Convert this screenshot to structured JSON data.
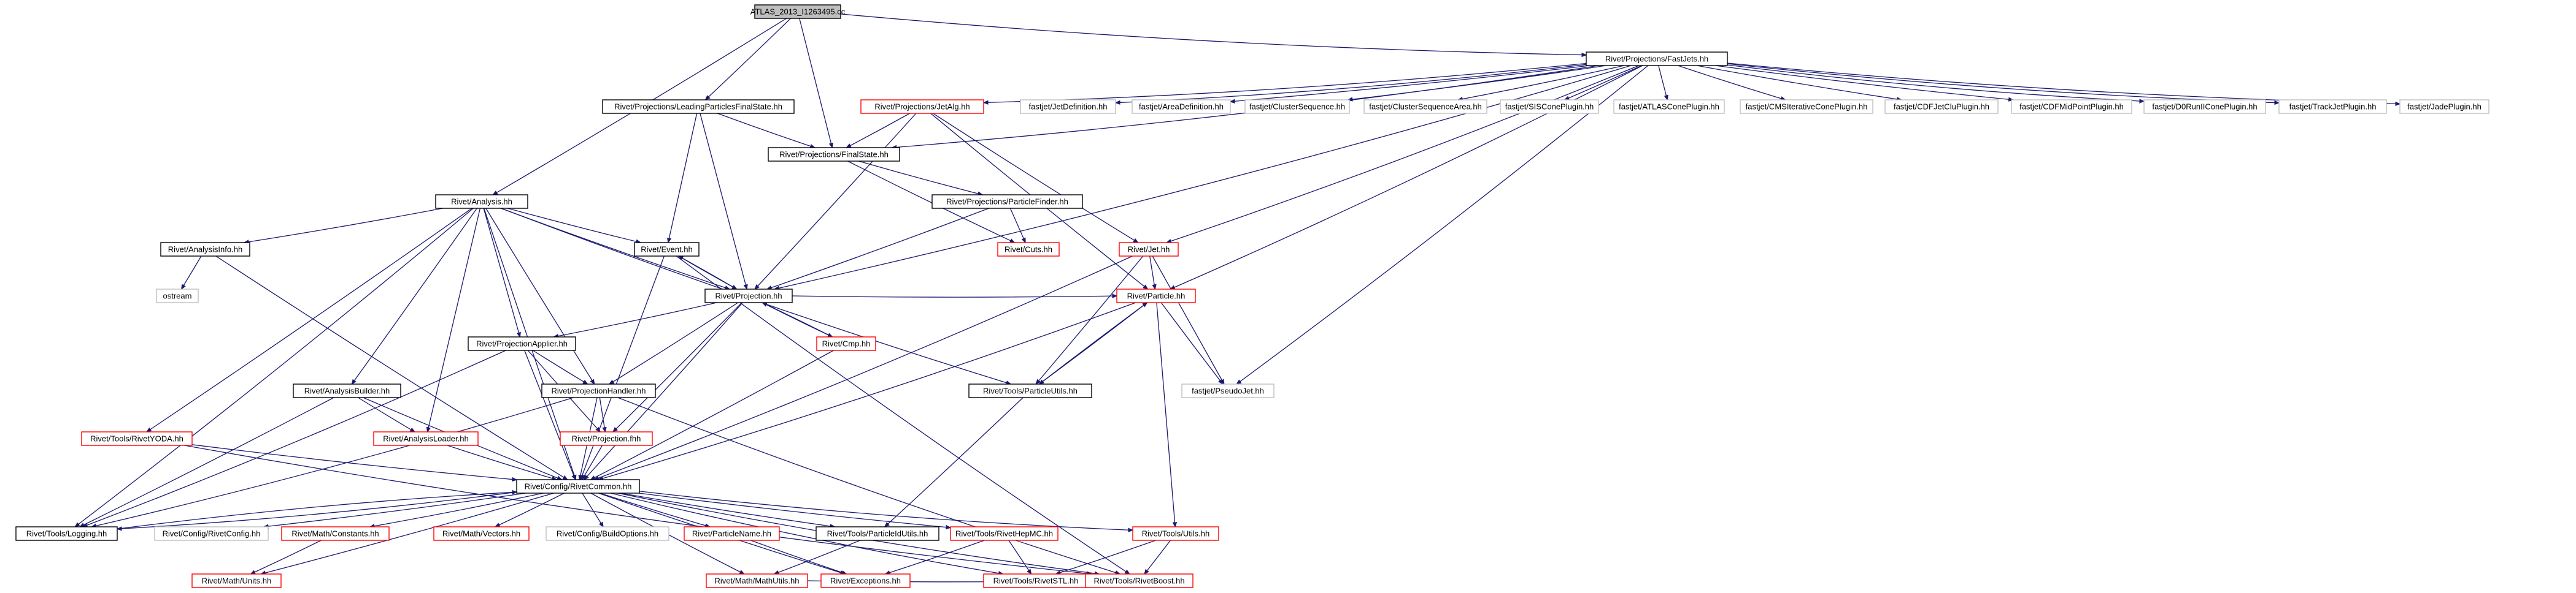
{
  "nodes": [
    {
      "id": "atlas",
      "label": "ATLAS_2013_I1263495.cc",
      "style": "root"
    },
    {
      "id": "fastjets",
      "label": "Rivet/Projections/FastJets.hh",
      "style": "dark"
    },
    {
      "id": "lpfs",
      "label": "Rivet/Projections/LeadingParticlesFinalState.hh",
      "style": "dark"
    },
    {
      "id": "analysis",
      "label": "Rivet/Analysis.hh",
      "style": "dark"
    },
    {
      "id": "jetalg",
      "label": "Rivet/Projections/JetAlg.hh",
      "style": "red"
    },
    {
      "id": "fj_jetdef",
      "label": "fastjet/JetDefinition.hh",
      "style": "grey"
    },
    {
      "id": "fj_areadef",
      "label": "fastjet/AreaDefinition.hh",
      "style": "grey"
    },
    {
      "id": "fj_cs",
      "label": "fastjet/ClusterSequence.hh",
      "style": "grey"
    },
    {
      "id": "fj_csa",
      "label": "fastjet/ClusterSequenceArea.hh",
      "style": "grey"
    },
    {
      "id": "fj_siscone",
      "label": "fastjet/SISConePlugin.hh",
      "style": "grey"
    },
    {
      "id": "fj_atlascone",
      "label": "fastjet/ATLASConePlugin.hh",
      "style": "grey"
    },
    {
      "id": "fj_cmsit",
      "label": "fastjet/CMSIterativeConePlugin.hh",
      "style": "grey"
    },
    {
      "id": "fj_cdfjetclu",
      "label": "fastjet/CDFJetCluPlugin.hh",
      "style": "grey"
    },
    {
      "id": "fj_cdfmid",
      "label": "fastjet/CDFMidPointPlugin.hh",
      "style": "grey"
    },
    {
      "id": "fj_d0run",
      "label": "fastjet/D0RunIIConePlugin.hh",
      "style": "grey"
    },
    {
      "id": "fj_trackjet",
      "label": "fastjet/TrackJetPlugin.hh",
      "style": "grey"
    },
    {
      "id": "fj_jade",
      "label": "fastjet/JadePlugin.hh",
      "style": "grey"
    },
    {
      "id": "finalstate",
      "label": "Rivet/Projections/FinalState.hh",
      "style": "dark"
    },
    {
      "id": "analysisinfo",
      "label": "Rivet/AnalysisInfo.hh",
      "style": "dark"
    },
    {
      "id": "event",
      "label": "Rivet/Event.hh",
      "style": "dark"
    },
    {
      "id": "particlefinder",
      "label": "Rivet/Projections/ParticleFinder.hh",
      "style": "dark"
    },
    {
      "id": "ostream",
      "label": "ostream",
      "style": "grey"
    },
    {
      "id": "cuts",
      "label": "Rivet/Cuts.hh",
      "style": "red"
    },
    {
      "id": "jet",
      "label": "Rivet/Jet.hh",
      "style": "red"
    },
    {
      "id": "projection",
      "label": "Rivet/Projection.hh",
      "style": "dark"
    },
    {
      "id": "cmp",
      "label": "Rivet/Cmp.hh",
      "style": "red"
    },
    {
      "id": "particle",
      "label": "Rivet/Particle.hh",
      "style": "red"
    },
    {
      "id": "projapplier",
      "label": "Rivet/ProjectionApplier.hh",
      "style": "dark"
    },
    {
      "id": "analysisbuilder",
      "label": "Rivet/AnalysisBuilder.hh",
      "style": "dark"
    },
    {
      "id": "projhandler",
      "label": "Rivet/ProjectionHandler.hh",
      "style": "dark"
    },
    {
      "id": "particleutils",
      "label": "Rivet/Tools/ParticleUtils.hh",
      "style": "dark"
    },
    {
      "id": "pseudojet",
      "label": "fastjet/PseudoJet.hh",
      "style": "grey"
    },
    {
      "id": "rivetyoda",
      "label": "Rivet/Tools/RivetYODA.hh",
      "style": "red"
    },
    {
      "id": "analysisloader",
      "label": "Rivet/AnalysisLoader.hh",
      "style": "red"
    },
    {
      "id": "projfhh",
      "label": "Rivet/Projection.fhh",
      "style": "red"
    },
    {
      "id": "rivetcommon",
      "label": "Rivet/Config/RivetCommon.hh",
      "style": "dark"
    },
    {
      "id": "logging",
      "label": "Rivet/Tools/Logging.hh",
      "style": "dark"
    },
    {
      "id": "rivetconfig",
      "label": "Rivet/Config/RivetConfig.hh",
      "style": "grey"
    },
    {
      "id": "constants",
      "label": "Rivet/Math/Constants.hh",
      "style": "red"
    },
    {
      "id": "vectors",
      "label": "Rivet/Math/Vectors.hh",
      "style": "red"
    },
    {
      "id": "buildoptions",
      "label": "Rivet/Config/BuildOptions.hh",
      "style": "grey"
    },
    {
      "id": "particlename",
      "label": "Rivet/ParticleName.hh",
      "style": "red"
    },
    {
      "id": "particleidutils",
      "label": "Rivet/Tools/ParticleIdUtils.hh",
      "style": "dark"
    },
    {
      "id": "rivethepmc",
      "label": "Rivet/Tools/RivetHepMC.hh",
      "style": "red"
    },
    {
      "id": "toolsutils",
      "label": "Rivet/Tools/Utils.hh",
      "style": "red"
    },
    {
      "id": "units",
      "label": "Rivet/Math/Units.hh",
      "style": "red"
    },
    {
      "id": "mathutils",
      "label": "Rivet/Math/MathUtils.hh",
      "style": "red"
    },
    {
      "id": "exceptions",
      "label": "Rivet/Exceptions.hh",
      "style": "red"
    },
    {
      "id": "rivetstl",
      "label": "Rivet/Tools/RivetSTL.hh",
      "style": "red"
    },
    {
      "id": "rivetboost",
      "label": "Rivet/Tools/RivetBoost.hh",
      "style": "red"
    }
  ],
  "edges": [
    [
      "atlas",
      "fastjets"
    ],
    [
      "atlas",
      "lpfs"
    ],
    [
      "atlas",
      "analysis"
    ],
    [
      "atlas",
      "finalstate"
    ],
    [
      "fastjets",
      "jetalg"
    ],
    [
      "fastjets",
      "fj_jetdef"
    ],
    [
      "fastjets",
      "fj_areadef"
    ],
    [
      "fastjets",
      "fj_cs"
    ],
    [
      "fastjets",
      "fj_csa"
    ],
    [
      "fastjets",
      "fj_siscone"
    ],
    [
      "fastjets",
      "fj_atlascone"
    ],
    [
      "fastjets",
      "fj_cmsit"
    ],
    [
      "fastjets",
      "fj_cdfjetclu"
    ],
    [
      "fastjets",
      "fj_cdfmid"
    ],
    [
      "fastjets",
      "fj_d0run"
    ],
    [
      "fastjets",
      "fj_trackjet"
    ],
    [
      "fastjets",
      "fj_jade"
    ],
    [
      "fastjets",
      "finalstate"
    ],
    [
      "fastjets",
      "projection"
    ],
    [
      "fastjets",
      "jet"
    ],
    [
      "fastjets",
      "particle"
    ],
    [
      "fastjets",
      "pseudojet"
    ],
    [
      "lpfs",
      "finalstate"
    ],
    [
      "lpfs",
      "event"
    ],
    [
      "lpfs",
      "projection"
    ],
    [
      "jetalg",
      "finalstate"
    ],
    [
      "jetalg",
      "projection"
    ],
    [
      "jetalg",
      "jet"
    ],
    [
      "jetalg",
      "particle"
    ],
    [
      "finalstate",
      "particlefinder"
    ],
    [
      "finalstate",
      "cuts"
    ],
    [
      "particlefinder",
      "projection"
    ],
    [
      "particlefinder",
      "cuts"
    ],
    [
      "analysis",
      "analysisinfo"
    ],
    [
      "analysis",
      "event"
    ],
    [
      "analysis",
      "projection"
    ],
    [
      "analysis",
      "projapplier"
    ],
    [
      "analysis",
      "analysisbuilder"
    ],
    [
      "analysis",
      "projhandler"
    ],
    [
      "analysis",
      "analysisloader"
    ],
    [
      "analysis",
      "rivetyoda"
    ],
    [
      "analysis",
      "rivetcommon"
    ],
    [
      "analysis",
      "logging"
    ],
    [
      "analysis",
      "particleutils"
    ],
    [
      "analysisinfo",
      "ostream"
    ],
    [
      "analysisinfo",
      "rivetcommon"
    ],
    [
      "event",
      "projection"
    ],
    [
      "event",
      "rivetcommon"
    ],
    [
      "event",
      "rivetboost"
    ],
    [
      "projection",
      "event"
    ],
    [
      "projection",
      "cmp"
    ],
    [
      "projection",
      "projapplier"
    ],
    [
      "projection",
      "projhandler"
    ],
    [
      "projection",
      "projfhh"
    ],
    [
      "projection",
      "rivetcommon"
    ],
    [
      "projection",
      "particle"
    ],
    [
      "cmp",
      "projection"
    ],
    [
      "cmp",
      "rivetcommon"
    ],
    [
      "jet",
      "particle"
    ],
    [
      "jet",
      "particleutils"
    ],
    [
      "jet",
      "pseudojet"
    ],
    [
      "jet",
      "rivetcommon"
    ],
    [
      "particle",
      "particleutils"
    ],
    [
      "particle",
      "pseudojet"
    ],
    [
      "particle",
      "rivetcommon"
    ],
    [
      "particle",
      "toolsutils"
    ],
    [
      "particleutils",
      "particle"
    ],
    [
      "particleutils",
      "particleidutils"
    ],
    [
      "projapplier",
      "projhandler"
    ],
    [
      "projapplier",
      "projfhh"
    ],
    [
      "projapplier",
      "rivetcommon"
    ],
    [
      "projapplier",
      "logging"
    ],
    [
      "analysisbuilder",
      "analysisloader"
    ],
    [
      "analysisbuilder",
      "rivetcommon"
    ],
    [
      "analysisbuilder",
      "logging"
    ],
    [
      "projhandler",
      "projfhh"
    ],
    [
      "projhandler",
      "rivetcommon"
    ],
    [
      "projhandler",
      "logging"
    ],
    [
      "projhandler",
      "rivetboost"
    ],
    [
      "rivetyoda",
      "rivetcommon"
    ],
    [
      "rivetyoda",
      "rivetboost"
    ],
    [
      "analysisloader",
      "rivetcommon"
    ],
    [
      "projfhh",
      "rivetcommon"
    ],
    [
      "rivetcommon",
      "logging"
    ],
    [
      "rivetcommon",
      "rivetconfig"
    ],
    [
      "rivetcommon",
      "constants"
    ],
    [
      "rivetcommon",
      "vectors"
    ],
    [
      "rivetcommon",
      "buildoptions"
    ],
    [
      "rivetcommon",
      "particlename"
    ],
    [
      "rivetcommon",
      "particleidutils"
    ],
    [
      "rivetcommon",
      "rivethepmc"
    ],
    [
      "rivetcommon",
      "toolsutils"
    ],
    [
      "rivetcommon",
      "units"
    ],
    [
      "rivetcommon",
      "mathutils"
    ],
    [
      "rivetcommon",
      "exceptions"
    ],
    [
      "rivetcommon",
      "rivetstl"
    ],
    [
      "rivetcommon",
      "rivetboost"
    ],
    [
      "logging",
      "rivetcommon"
    ],
    [
      "constants",
      "units"
    ],
    [
      "particlename",
      "exceptions"
    ],
    [
      "particleidutils",
      "mathutils"
    ],
    [
      "rivethepmc",
      "exceptions"
    ],
    [
      "rivethepmc",
      "rivetstl"
    ],
    [
      "toolsutils",
      "rivetstl"
    ],
    [
      "toolsutils",
      "rivetboost"
    ],
    [
      "mathutils",
      "rivetboost"
    ]
  ],
  "colors": {
    "edge": "#191970",
    "red_border": "#ff0000",
    "grey_border": "#bfbfbf",
    "root_fill": "#bfbfbf"
  }
}
